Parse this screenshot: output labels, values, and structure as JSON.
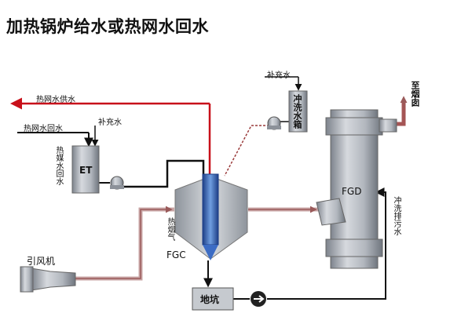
{
  "title": "加热锅炉给水或热网水回水",
  "labels": {
    "heat_supply": "热网水供水",
    "heat_return": "热网水回水",
    "makeup_left": "补充水",
    "makeup_top": "补充水",
    "heat_medium_return": "热媒水回水",
    "et": "ET",
    "wash_tank": "冲洗水箱",
    "to_chimney": "至烟囱",
    "fgd": "FGD",
    "flush_drain": "冲洗排污水",
    "hot_flue_gas": "热烟气",
    "fgc": "FGC",
    "induced_fan": "引风机",
    "sump": "地坑"
  },
  "icons": {
    "pump_left": "pump-icon",
    "pump_top": "pump-icon",
    "pump_bottom": "pump-icon"
  },
  "colors": {
    "hot_water_line": "#c8101a",
    "flue_gas_line": "#9a5a5a",
    "wash_line": "#9a3a3a",
    "vessel_gray": "#a9aeb6",
    "heat_exchanger_blue": "#2e5fb0"
  }
}
